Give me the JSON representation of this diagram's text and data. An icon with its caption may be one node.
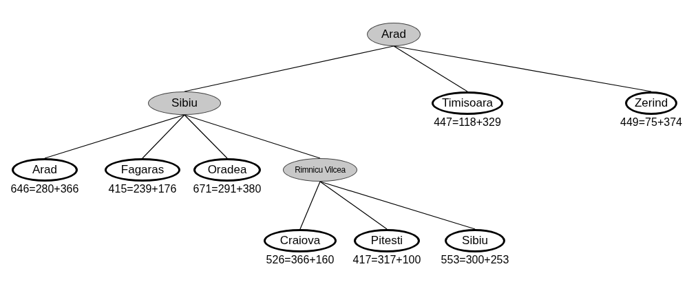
{
  "diagram": {
    "nodes": [
      {
        "text": [
          "Arad"
        ]
      },
      {
        "text": [
          "Sibiu"
        ]
      },
      {
        "text": [
          "Timisoara"
        ],
        "beside": [
          "447=118+329"
        ]
      },
      {
        "text": [
          "Zerind"
        ],
        "beside": [
          "449=75+374"
        ]
      },
      {
        "text": [
          "Arad"
        ],
        "beside": [
          "646=280+366"
        ]
      },
      {
        "text": [
          "Fagaras"
        ],
        "beside": [
          "415=239+176"
        ]
      },
      {
        "text": [
          "Oradea"
        ],
        "beside": [
          "671=291+380"
        ]
      },
      {
        "text": [
          "Rimnicu Vilcea"
        ]
      },
      {
        "text": [
          "Craiova"
        ],
        "beside": [
          "526=366+160"
        ]
      },
      {
        "text": [
          "Pitesti"
        ],
        "beside": [
          "417=317+100"
        ]
      },
      {
        "text": [
          "Sibiu"
        ],
        "beside": [
          "553=300+253"
        ]
      }
    ],
    "edges": [
      {
        "from": 0,
        "to": 1,
        "arrow": "none"
      },
      {
        "from": 0,
        "to": 2,
        "arrow": "none"
      },
      {
        "from": 0,
        "to": 3,
        "arrow": "none"
      },
      {
        "from": 1,
        "to": 4,
        "arrow": "none"
      },
      {
        "from": 1,
        "to": 5,
        "arrow": "none"
      },
      {
        "from": 1,
        "to": 6,
        "arrow": "none"
      },
      {
        "from": 1,
        "to": 7,
        "arrow": "none"
      },
      {
        "from": 7,
        "to": 8,
        "arrow": "none"
      },
      {
        "from": 7,
        "to": 9,
        "arrow": "none"
      },
      {
        "from": 7,
        "to": 10,
        "arrow": "none"
      }
    ]
  }
}
